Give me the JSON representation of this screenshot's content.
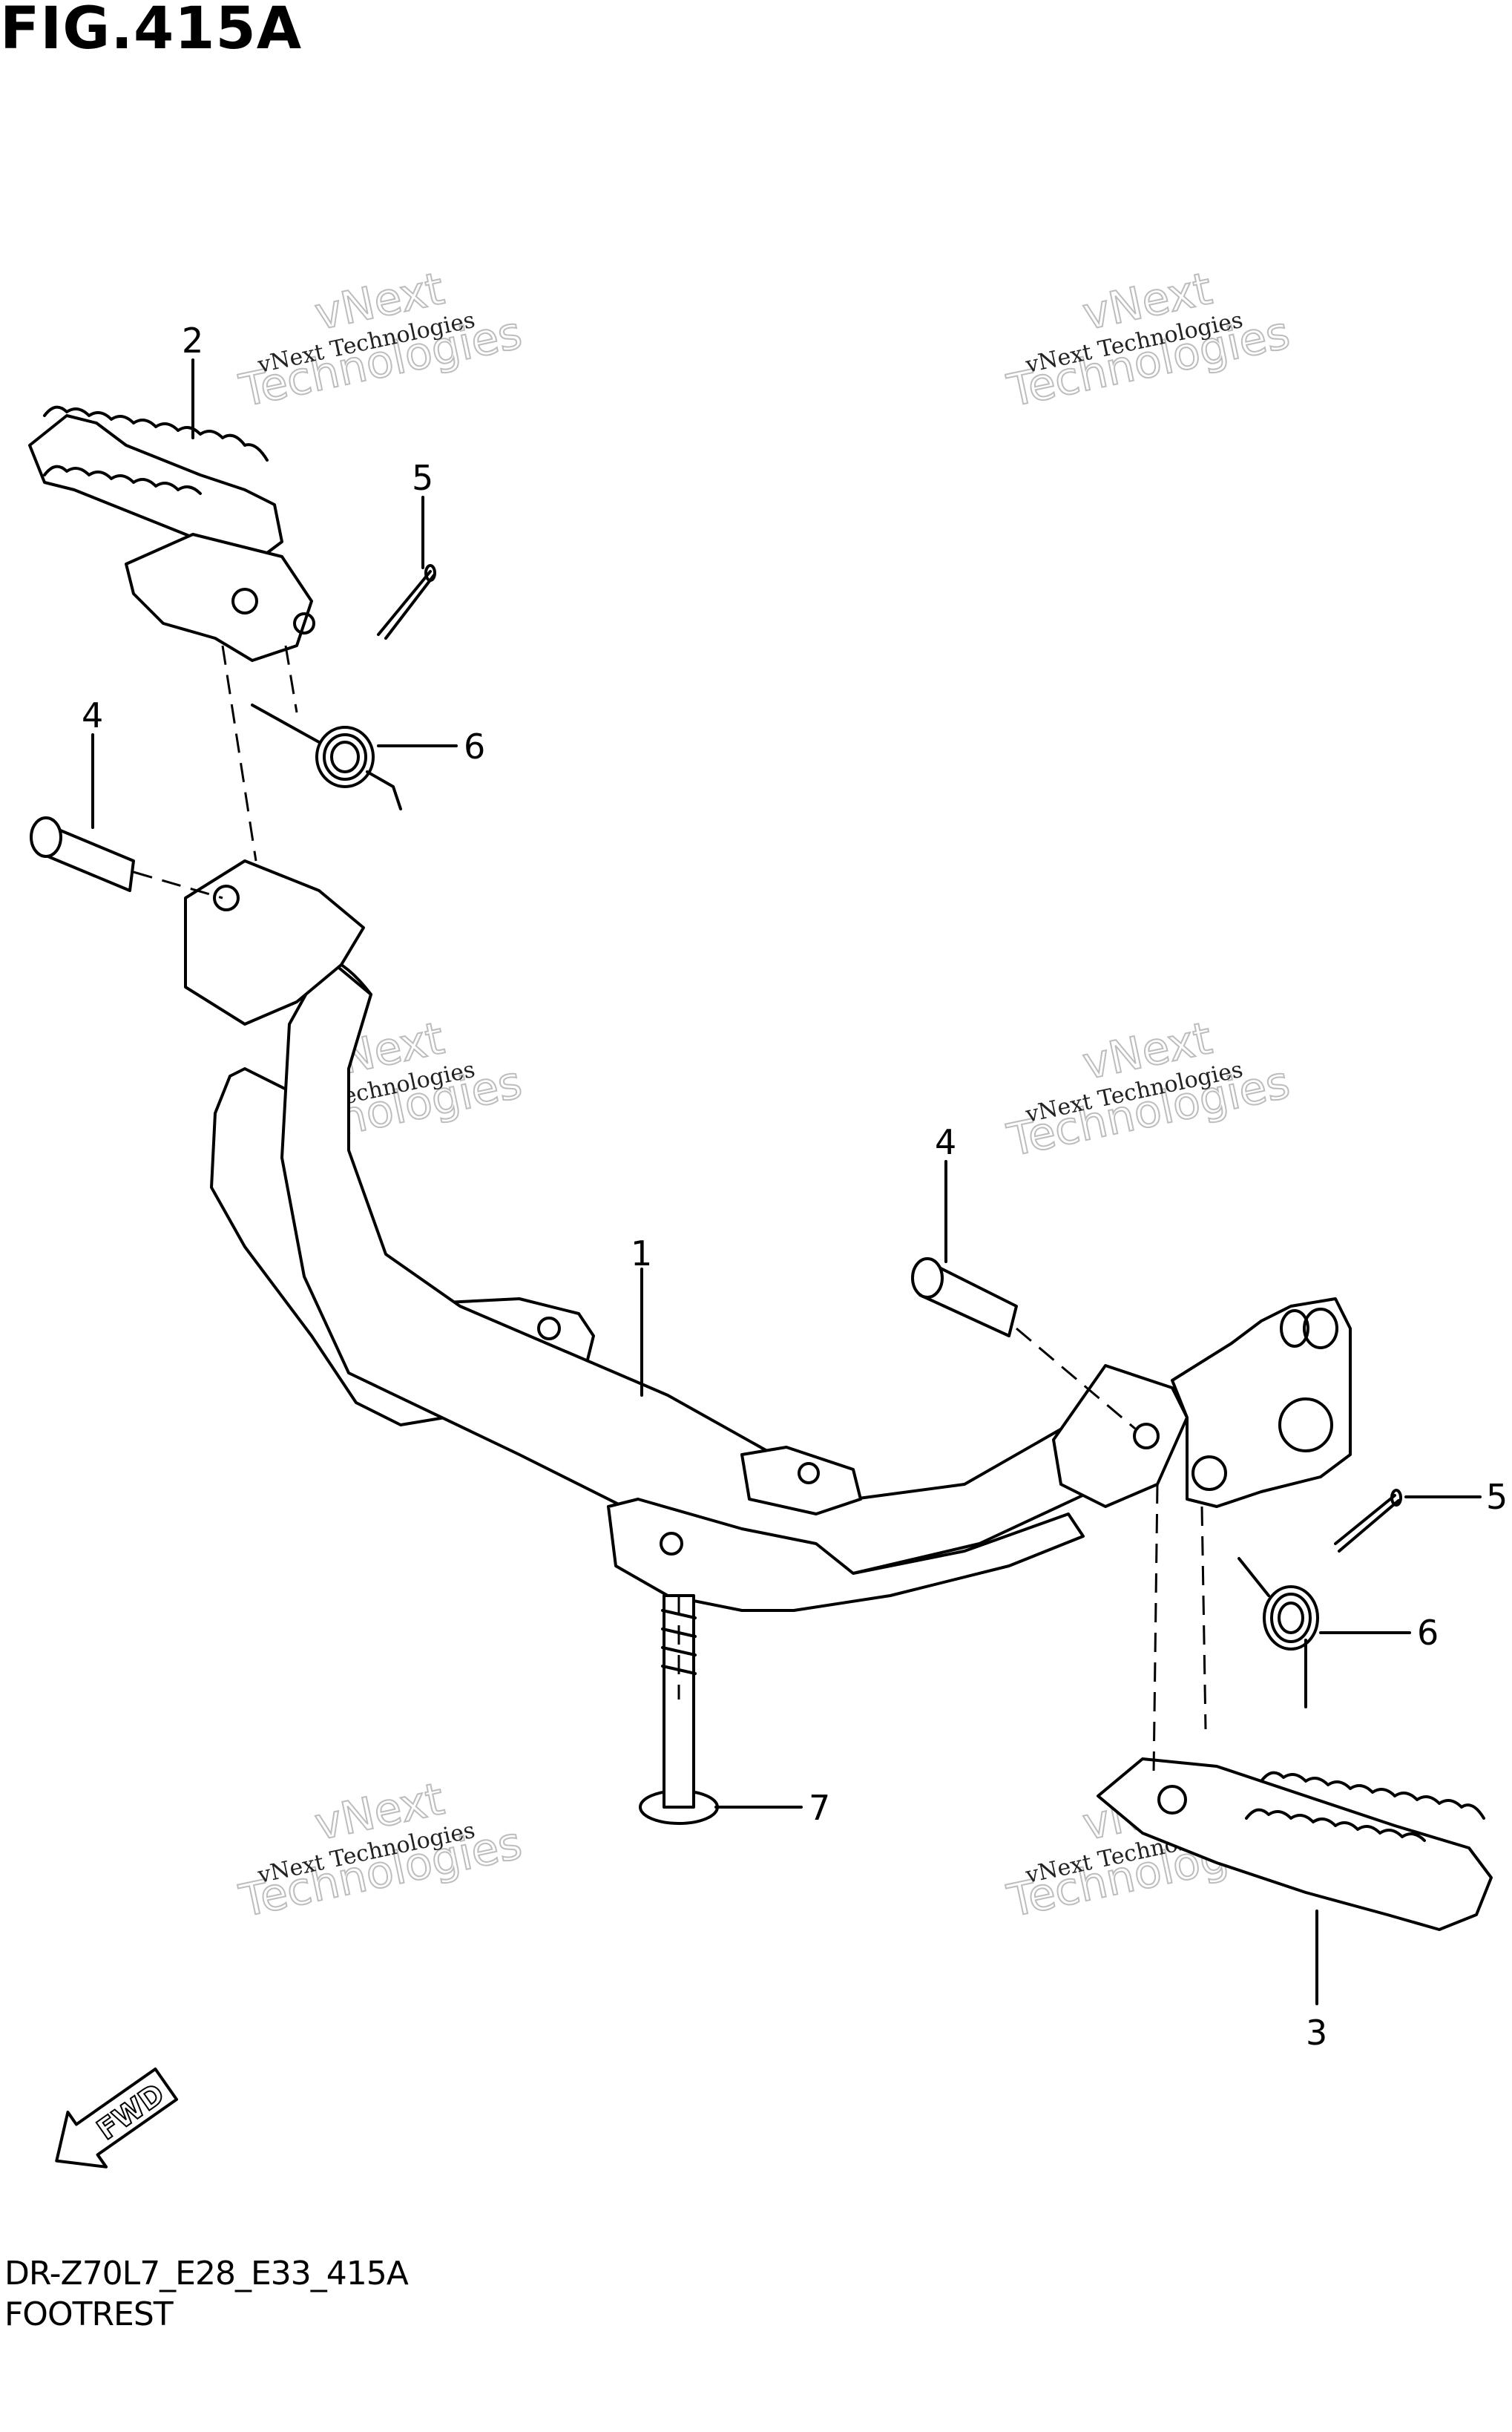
{
  "figure": {
    "title": "FIG.415A",
    "model_code": "DR-Z70L7_E28_E33_415A",
    "caption": "FOOTREST"
  },
  "callouts": [
    {
      "id": "1",
      "label": "1"
    },
    {
      "id": "2",
      "label": "2"
    },
    {
      "id": "3",
      "label": "3"
    },
    {
      "id": "4a",
      "label": "4"
    },
    {
      "id": "4b",
      "label": "4"
    },
    {
      "id": "5a",
      "label": "5"
    },
    {
      "id": "5b",
      "label": "5"
    },
    {
      "id": "6a",
      "label": "6"
    },
    {
      "id": "6b",
      "label": "6"
    },
    {
      "id": "7",
      "label": "7"
    }
  ],
  "fwd_marker": {
    "label": "FWD"
  },
  "watermark": {
    "line1": "vNext Technologies",
    "line2": "vNext",
    "line3": "Technologies"
  }
}
